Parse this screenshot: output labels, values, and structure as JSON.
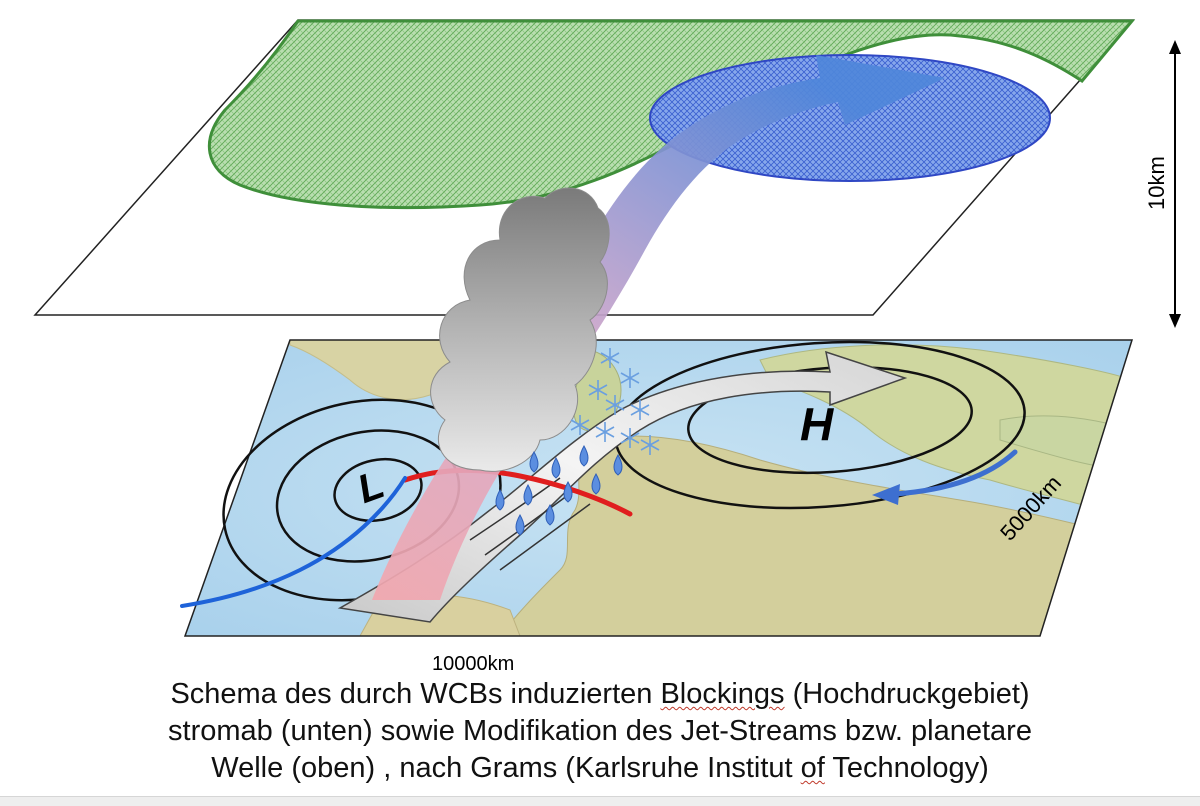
{
  "labels": {
    "height_scale": "10km",
    "depth_scale": "5000km",
    "width_scale": "10000km",
    "low": "L",
    "high": "H"
  },
  "caption": {
    "line1_pre": "Schema des durch WCBs induzierten ",
    "line1_underlined": "Blockings",
    "line1_post": " (Hochdruckgebiet)",
    "line2": "stromab (unten) sowie Modifikation des Jet-Streams bzw. planetare",
    "line3_pre": "Welle (oben) , nach Grams (Karlsruhe Institut ",
    "line3_underlined": "of",
    "line3_post": " Technology)"
  },
  "colors": {
    "ridge_fill": "#a8d39a",
    "ridge_edge": "#3f8f3a",
    "upper_high_fill": "#6d8fe0",
    "upper_high_edge": "#2f47c4",
    "sea": "#b7d8ee",
    "land": "#d6d2a0",
    "warm_front": "#e01e1e",
    "cold_front": "#1e63d9",
    "jet_blue": "#5b8ad8",
    "warm_pink": "#f0a0a8"
  }
}
